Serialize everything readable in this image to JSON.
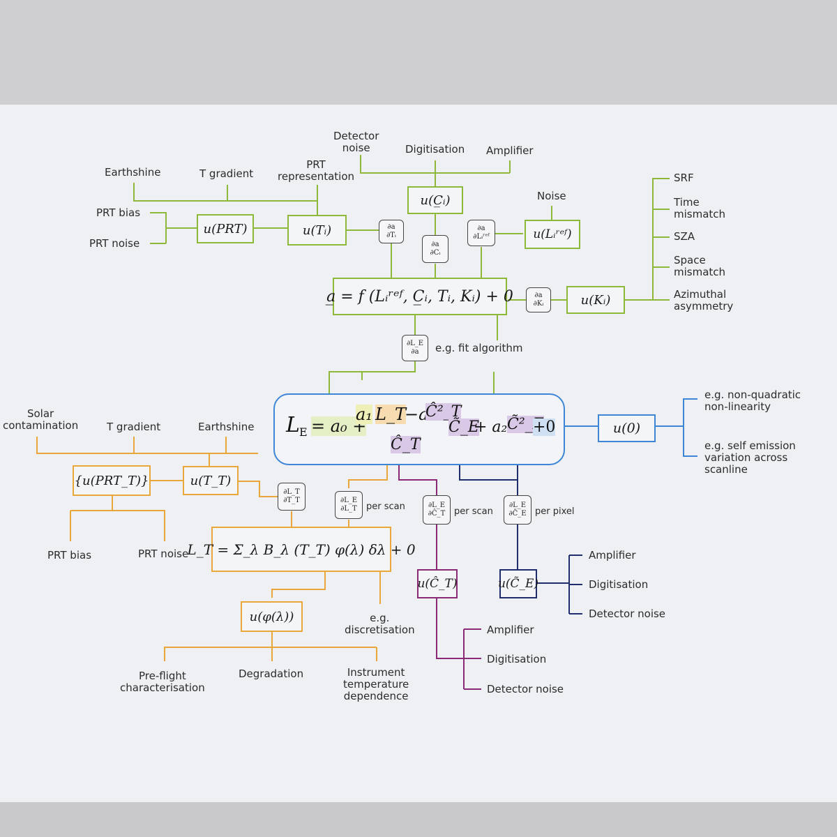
{
  "colors": {
    "green": "#8db83a",
    "orange": "#e9a73a",
    "purple": "#8b2a74",
    "navy": "#1f2d6e",
    "blue": "#3d86d6"
  },
  "top": {
    "detector_noise": "Detector\nnoise",
    "digitisation": "Digitisation",
    "amplifier": "Amplifier",
    "earthshine": "Earthshine",
    "t_gradient": "T gradient",
    "prt_representation": "PRT\nrepresentation",
    "noise": "Noise",
    "prt_bias": "PRT bias",
    "prt_noise": "PRT noise",
    "u_prt": "u(PRT)",
    "u_ti": "u(Tᵢ)",
    "u_ci": "u(C̲ᵢ)",
    "u_lref": "u(Lᵢʳᵉᶠ)",
    "u_ki": "u(Kᵢ)",
    "d_a_ti": "∂a\n∂Tᵢ",
    "d_a_ci": "∂a\n∂Cᵢ",
    "d_a_lref": "∂a\n∂Lᵢʳᵉᶠ",
    "d_a_ki": "∂a\n∂Kᵢ",
    "main_eq": "a̲ = f (Lᵢʳᵉᶠ, C̲ᵢ, Tᵢ, Kᵢ) + 0",
    "fit_algorithm": "e.g. fit algorithm",
    "srf": "SRF",
    "time_mismatch": "Time\nmismatch",
    "sza": "SZA",
    "space_mismatch": "Space\nmismatch",
    "azimuthal": "Azimuthal\nasymmetry",
    "d_le_a": "∂L_E\n∂a"
  },
  "middle": {
    "eq_le": "L",
    "eq_e": "E",
    "eq_a0": "= a₀ +",
    "eq_a1": "a₁",
    "eq_lt": "L_T",
    "eq_minus_a2": "−a₂",
    "eq_ct2": "Ĉ²_T",
    "eq_ce": "C̃_E",
    "eq_plus_a2": "+ a₂",
    "eq_ce2": "C̃²_E",
    "eq_plus0": "+0",
    "eq_ct": "Ĉ_T",
    "u0": "u(0)",
    "non_quadratic": "e.g. non-quadratic\nnon-linearity",
    "self_emission": "e.g. self emission\nvariation across\nscanline"
  },
  "left": {
    "solar": "Solar\ncontamination",
    "t_gradient": "T gradient",
    "earthshine": "Earthshine",
    "u_prt_set": "{u(PRT_T)}",
    "u_tt": "u(T_T)",
    "d_lt_tt": "∂L_T\n∂T_T",
    "d_le_lt": "∂L_E\n∂L_T",
    "per_scan_1": "per scan",
    "prt_bias": "PRT bias",
    "prt_noise": "PRT noise",
    "lt_eq": "L_T = Σ_λ B_λ (T_T) φ(λ) δλ + 0",
    "u_phi": "u(φ(λ))",
    "discretisation": "e.g.\ndiscretisation",
    "preflight": "Pre-flight\ncharacterisation",
    "degradation": "Degradation",
    "inst_temp": "Instrument\ntemperature\ndependence"
  },
  "right": {
    "d_le_ct": "∂L_E\n∂Ĉ_T",
    "per_scan_2": "per scan",
    "d_le_ce": "∂L_E\n∂C̃_E",
    "per_pixel": "per pixel",
    "u_ct": "u(Ĉ_T)",
    "u_ce": "u(C̃_E)",
    "amp_navy": "Amplifier",
    "dig_navy": "Digitisation",
    "det_navy": "Detector noise",
    "amp_purple": "Amplifier",
    "dig_purple": "Digitisation",
    "det_purple": "Detector noise"
  }
}
